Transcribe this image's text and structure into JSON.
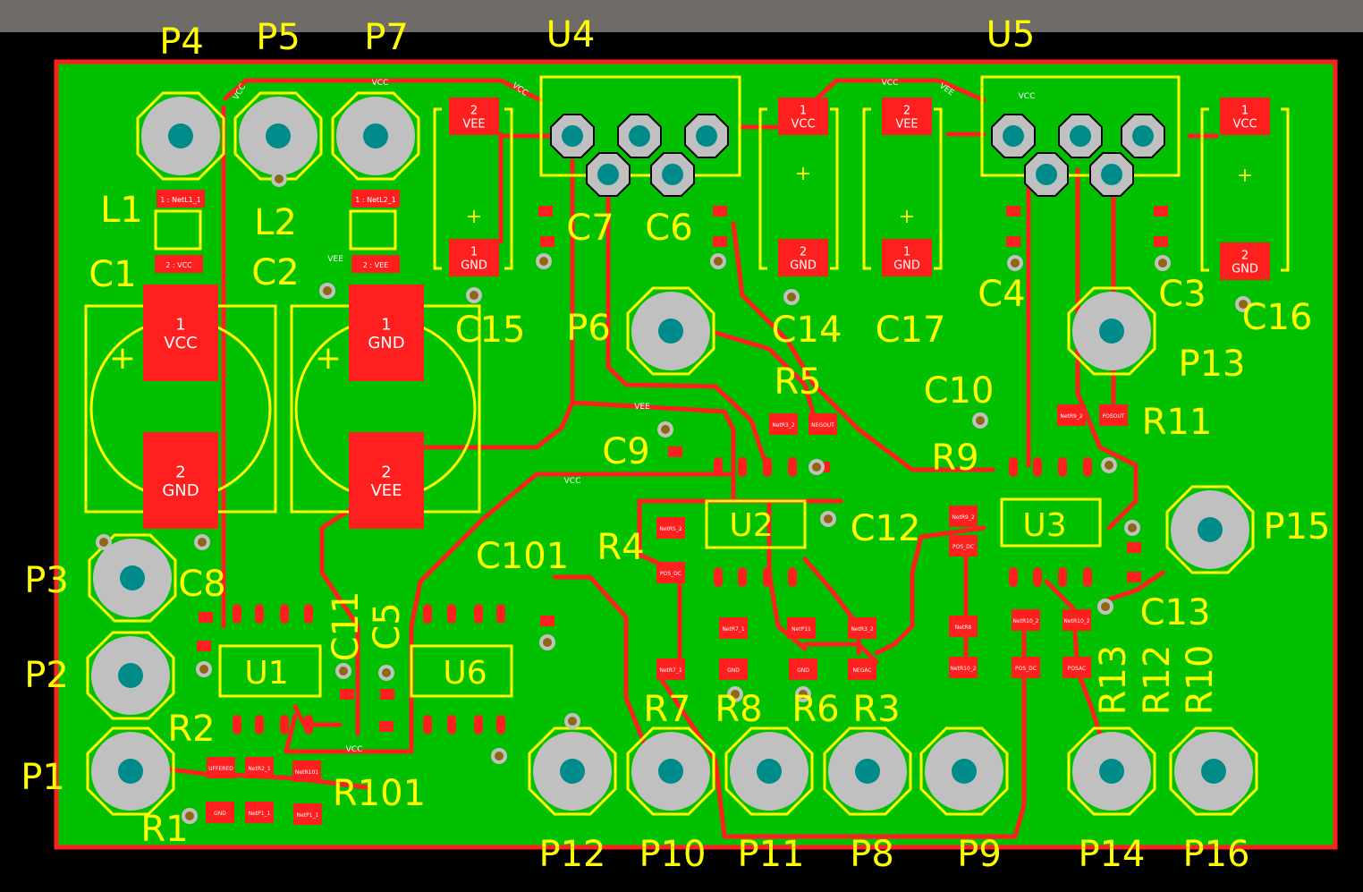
{
  "colors": {
    "background": "#000000",
    "toolbar": "#6f6b68",
    "board": "#00c000",
    "outline": "#ff1f1f",
    "copper": "#ff1f1f",
    "silkscreen": "#ffff00",
    "pad": "#c0c0c0",
    "drill": "#008b8b"
  },
  "components": {
    "connectors": [
      {
        "ref": "P4"
      },
      {
        "ref": "P5"
      },
      {
        "ref": "P7"
      },
      {
        "ref": "P3"
      },
      {
        "ref": "P2"
      },
      {
        "ref": "P1"
      },
      {
        "ref": "P6"
      },
      {
        "ref": "P13"
      },
      {
        "ref": "P15"
      },
      {
        "ref": "P12"
      },
      {
        "ref": "P10"
      },
      {
        "ref": "P11"
      },
      {
        "ref": "P8"
      },
      {
        "ref": "P9"
      },
      {
        "ref": "P14"
      },
      {
        "ref": "P16"
      }
    ],
    "regulators": [
      {
        "ref": "U4"
      },
      {
        "ref": "U5"
      }
    ],
    "ics": [
      {
        "ref": "U1"
      },
      {
        "ref": "U6"
      },
      {
        "ref": "U2"
      },
      {
        "ref": "U3"
      }
    ],
    "inductors": [
      {
        "ref": "L1",
        "pad1": "1 : NetL1_1",
        "pad2": "2 : VCC"
      },
      {
        "ref": "L2",
        "pad1": "1 : NetL2_1",
        "pad2": "2 : VEE"
      }
    ],
    "bulk_caps": [
      {
        "ref": "C1",
        "pad1": "1\nVCC",
        "pad2": "2\nGND"
      },
      {
        "ref": "C2",
        "pad1": "1\nGND",
        "pad2": "2\nVEE"
      }
    ],
    "tant_caps": [
      {
        "ref": "C15",
        "pad1": "2\nVEE",
        "pad2": "1\nGND"
      },
      {
        "ref": "C14",
        "pad1": "1\nVCC",
        "pad2": "2\nGND"
      },
      {
        "ref": "C17",
        "pad1": "2\nVEE",
        "pad2": "1\nGND"
      },
      {
        "ref": "C16",
        "pad1": "1\nVCC",
        "pad2": "2\nGND"
      }
    ],
    "other_labels": [
      {
        "ref": "C7"
      },
      {
        "ref": "C6"
      },
      {
        "ref": "C4"
      },
      {
        "ref": "C3"
      },
      {
        "ref": "C10"
      },
      {
        "ref": "R5"
      },
      {
        "ref": "R11"
      },
      {
        "ref": "C9"
      },
      {
        "ref": "R9"
      },
      {
        "ref": "C12"
      },
      {
        "ref": "R4"
      },
      {
        "ref": "C101"
      },
      {
        "ref": "C13"
      },
      {
        "ref": "C8"
      },
      {
        "ref": "C11"
      },
      {
        "ref": "C5"
      },
      {
        "ref": "R2"
      },
      {
        "ref": "R101"
      },
      {
        "ref": "R1"
      },
      {
        "ref": "R7"
      },
      {
        "ref": "R8"
      },
      {
        "ref": "R6"
      },
      {
        "ref": "R3"
      },
      {
        "ref": "R13"
      },
      {
        "ref": "R12"
      },
      {
        "ref": "R10"
      }
    ],
    "smd_pads": [
      {
        "label": "NetR3_2"
      },
      {
        "label": "NEGOUT"
      },
      {
        "label": "NetR9_2"
      },
      {
        "label": "POSOUT"
      },
      {
        "label": "NetR5_2"
      },
      {
        "label": "POS_DC"
      },
      {
        "label": "NetR9_2"
      },
      {
        "label": "POS_DC"
      },
      {
        "label": "NetR7_1"
      },
      {
        "label": "NetP11"
      },
      {
        "label": "NetR3_2"
      },
      {
        "label": "NetR7_1"
      },
      {
        "label": "GND"
      },
      {
        "label": "GND"
      },
      {
        "label": "NEGAC"
      },
      {
        "label": "NetR8"
      },
      {
        "label": "NetR10_2"
      },
      {
        "label": "NetR10_2"
      },
      {
        "label": "NetR10_2"
      },
      {
        "label": "POS_DC"
      },
      {
        "label": "POSAC"
      },
      {
        "label": "UFFERED"
      },
      {
        "label": "NetR2_1"
      },
      {
        "label": "NetR101"
      },
      {
        "label": "GND"
      },
      {
        "label": "NetP1_1"
      },
      {
        "label": "NetP1_1"
      }
    ],
    "net_labels": [
      {
        "label": "VCC"
      },
      {
        "label": "VCC"
      },
      {
        "label": "VCC"
      },
      {
        "label": "VCC"
      },
      {
        "label": "VEE"
      },
      {
        "label": "VEE"
      },
      {
        "label": "VEE"
      },
      {
        "label": "VCC"
      },
      {
        "label": "VCC"
      },
      {
        "label": "VCC"
      }
    ]
  }
}
